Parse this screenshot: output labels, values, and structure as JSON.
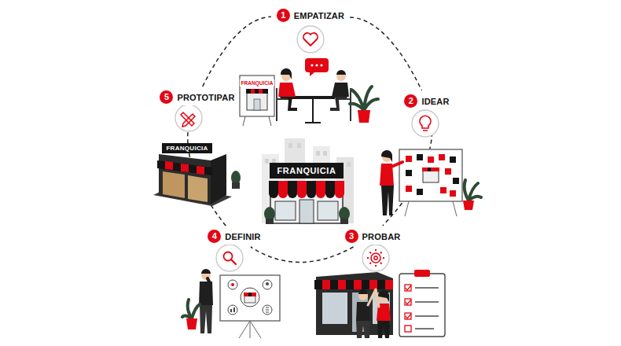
{
  "diagram": {
    "nodes": [
      {
        "text": [
          "1",
          "EMPATIZAR"
        ]
      },
      {
        "text": [
          "FRANQUICIA"
        ]
      },
      {
        "text": [
          "5",
          "PROTOTIPAR"
        ]
      },
      {
        "text": [
          "2",
          "IDEAR"
        ]
      },
      {
        "text": [
          "FRANQUICIA"
        ]
      },
      {
        "text": [
          "FRANQUICIA"
        ]
      },
      {
        "text": [
          "4",
          "DEFINIR"
        ]
      },
      {
        "text": [
          "3",
          "PROBAR"
        ]
      }
    ],
    "edges": [
      {
        "from": 0,
        "to": 3,
        "arrow": "none"
      },
      {
        "from": 3,
        "to": 7,
        "arrow": "none"
      },
      {
        "from": 7,
        "to": 6,
        "arrow": "none"
      },
      {
        "from": 6,
        "to": 2,
        "arrow": "none"
      },
      {
        "from": 2,
        "to": 0,
        "arrow": "none"
      }
    ]
  }
}
